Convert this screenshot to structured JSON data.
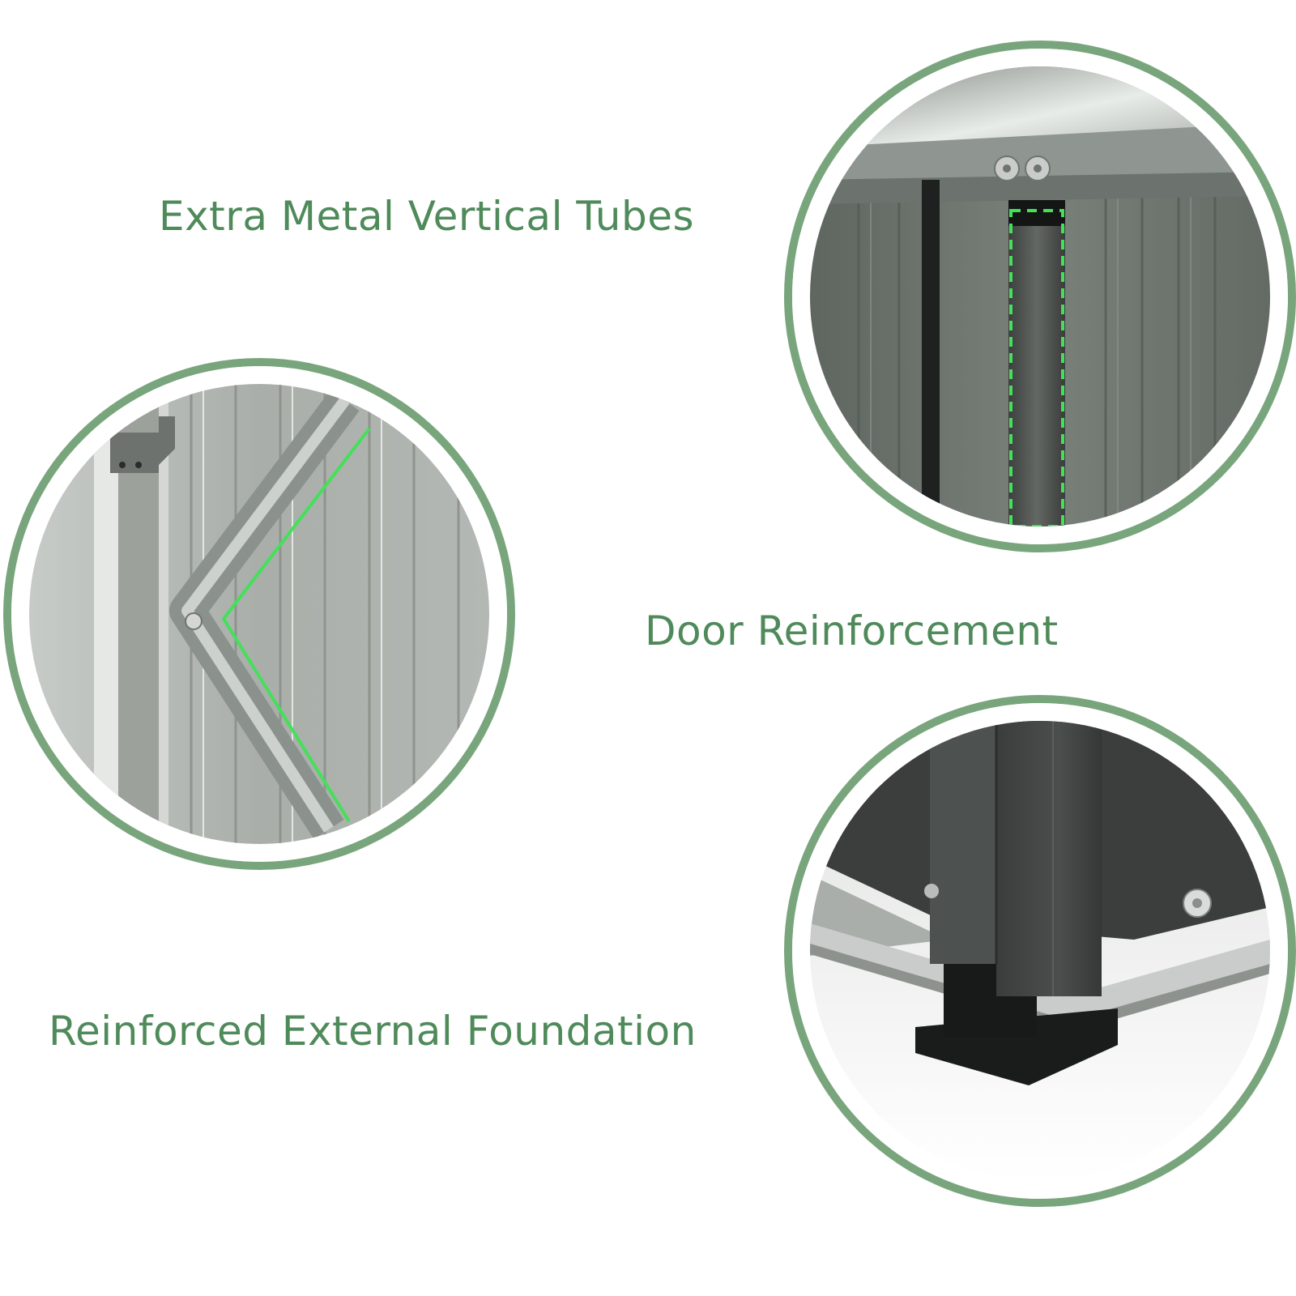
{
  "captions": {
    "tubes": "Extra Metal Vertical Tubes",
    "door": "Door Reinforcement",
    "foundation": "Reinforced External Foundation"
  },
  "colors": {
    "caption_text": "#4f8a5a",
    "circle_ring": "#79a57d",
    "highlight_green": "#44e05a"
  },
  "icons": {
    "bolt": "hex-bolt-icon",
    "bracket": "corner-bracket-icon"
  }
}
